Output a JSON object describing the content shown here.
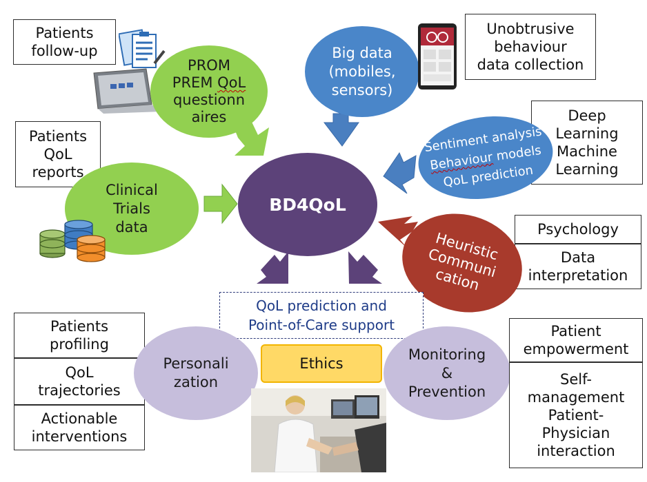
{
  "colors": {
    "green": "#92d050",
    "blue": "#4a86c9",
    "purple": "#5c4279",
    "lilac": "#c6bedc",
    "heuristic": "#a83a2c",
    "ethics": "#ffd966",
    "arrow_green": "#92d050",
    "arrow_blue": "#4a7fc0",
    "arrow_purple": "#5c4279",
    "arrow_red": "#a83a2c"
  },
  "boxes": {
    "patients_followup": "Patients\nfollow-up",
    "unobtrusive": "Unobtrusive\nbehaviour\ndata collection",
    "patients_qol_reports": "Patients\nQoL\nreports",
    "deep_learning": "Deep\nLearning\nMachine\nLearning",
    "psychology": "Psychology",
    "data_interpretation": "Data\ninterpretation",
    "patients_profiling": "Patients\nprofiling",
    "qol_trajectories": "QoL\ntrajectories",
    "actionable": "Actionable\ninterventions",
    "patient_empowerment": "Patient\nempowerment",
    "self_management": "Self-\nmanagement\nPatient-\nPhysician\ninteraction"
  },
  "ellipses": {
    "prom_line1": "PROM",
    "prom_line2_a": "PREM ",
    "prom_line2_b": "QoL",
    "prom_line3": "questionn",
    "prom_line4": "aires",
    "big_data": "Big data\n(mobiles,\nsensors)",
    "sentiment_line1": "Sentiment analysis",
    "sentiment_line2_a": "Behaviour",
    "sentiment_line2_b": " models",
    "sentiment_line3": "QoL prediction",
    "clinical": "Clinical\nTrials\ndata",
    "center": "BD4QoL",
    "heuristic": "Heuristic\nCommuni\ncation",
    "personalization": "Personali\nzation",
    "monitoring": "Monitoring\n&\nPrevention"
  },
  "prediction_box": "QoL prediction and\nPoint-of-Care support",
  "ethics": "Ethics",
  "icons": [
    "questionnaire-icon",
    "tablet-icon",
    "smartphone-icon",
    "database-icon",
    "doctor-patient-photo"
  ]
}
